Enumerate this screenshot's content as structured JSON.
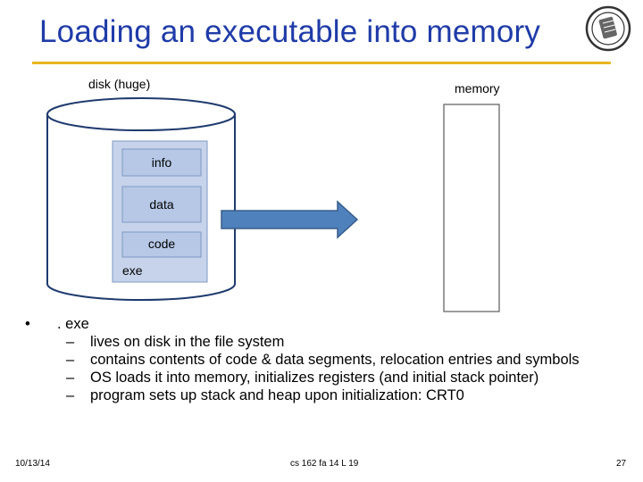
{
  "title": "Loading an executable into memory",
  "disk_label": "disk (huge)",
  "memory_label": "memory",
  "exe_segments": [
    "info",
    "data",
    "code"
  ],
  "exe_label": "exe",
  "colors": {
    "title": "#1f3ba8",
    "rule": "#e8b61f",
    "exe_fill": "#c6d3ea",
    "segment_fill": "#b6c8e6",
    "arrow": "#4f81bd"
  },
  "bullet": {
    "marker": "•",
    "heading": ". exe",
    "subs": [
      "lives on disk in the file system",
      "contains contents of code & data segments, relocation entries and symbols",
      "OS loads it into memory, initializes registers (and initial stack pointer)",
      "program  sets up stack and heap upon initialization: CRT0"
    ]
  },
  "footer": {
    "date": "10/13/14",
    "course": "cs 162 fa 14 L 19",
    "page": "27"
  }
}
